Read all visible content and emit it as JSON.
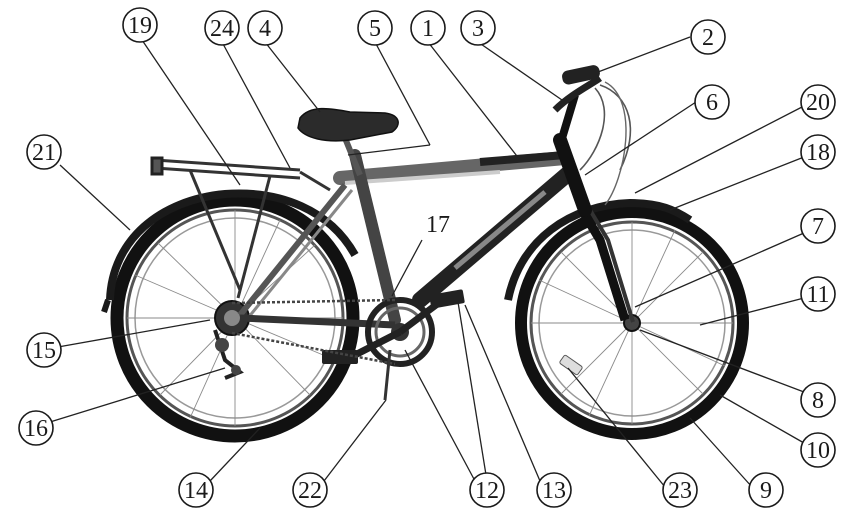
{
  "callouts": [
    {
      "id": "19",
      "text": "19"
    },
    {
      "id": "24",
      "text": "24"
    },
    {
      "id": "4",
      "text": "4"
    },
    {
      "id": "5",
      "text": "5"
    },
    {
      "id": "1",
      "text": "1"
    },
    {
      "id": "3",
      "text": "3"
    },
    {
      "id": "2",
      "text": "2"
    },
    {
      "id": "6",
      "text": "6"
    },
    {
      "id": "20",
      "text": "20"
    },
    {
      "id": "18",
      "text": "18"
    },
    {
      "id": "7",
      "text": "7"
    },
    {
      "id": "11",
      "text": "11"
    },
    {
      "id": "8",
      "text": "8"
    },
    {
      "id": "10",
      "text": "10"
    },
    {
      "id": "9",
      "text": "9"
    },
    {
      "id": "23",
      "text": "23"
    },
    {
      "id": "13",
      "text": "13"
    },
    {
      "id": "12",
      "text": "12"
    },
    {
      "id": "22",
      "text": "22"
    },
    {
      "id": "14",
      "text": "14"
    },
    {
      "id": "16",
      "text": "16"
    },
    {
      "id": "15",
      "text": "15"
    },
    {
      "id": "21",
      "text": "21"
    }
  ],
  "plain_labels": [
    {
      "id": "17",
      "text": "17"
    }
  ]
}
